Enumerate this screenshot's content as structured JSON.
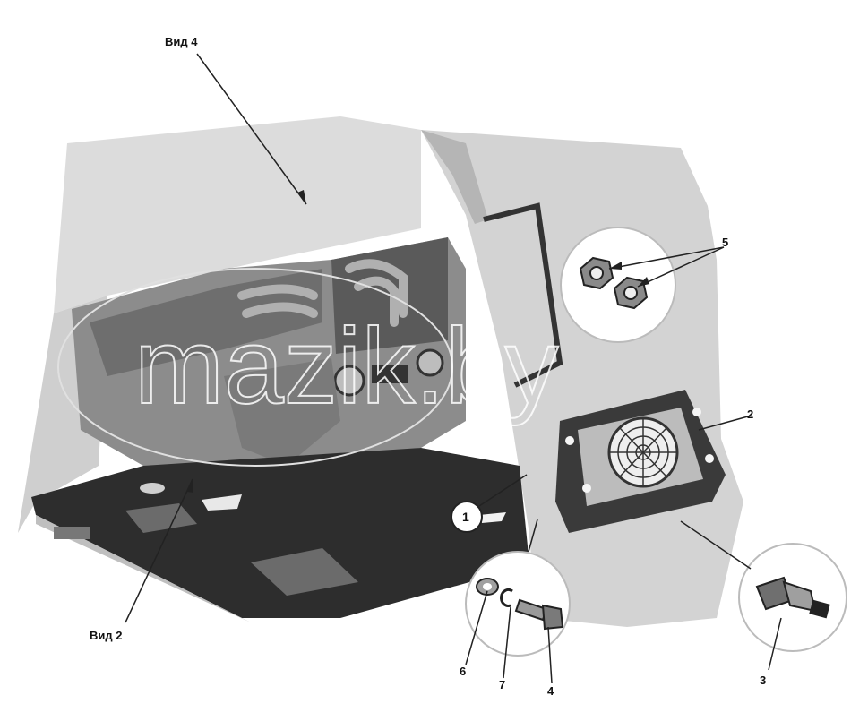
{
  "view_labels": {
    "view4": "Вид 4",
    "view2": "Вид 2"
  },
  "callouts": {
    "c1": "1",
    "c2": "2",
    "c3": "3",
    "c4": "4",
    "c5": "5",
    "c6": "6",
    "c7": "7"
  },
  "watermark": "mazik.by",
  "colors": {
    "background": "#ffffff",
    "cabin_light": "#d8d8d8",
    "cabin_mid": "#a9a9a9",
    "cabin_dark": "#555555",
    "floor": "#2b2b2b",
    "line": "#222222"
  }
}
